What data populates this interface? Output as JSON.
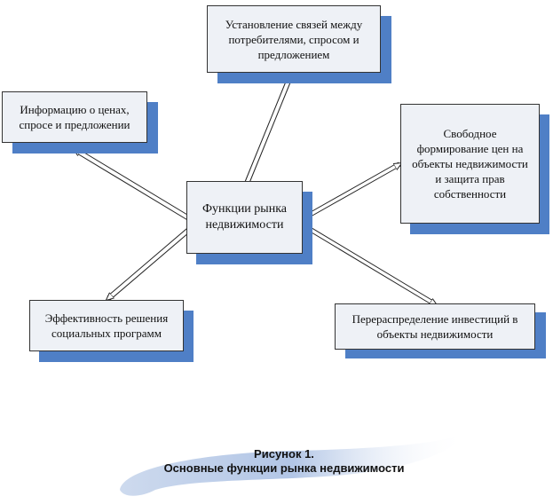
{
  "diagram": {
    "center": {
      "label": "Функции рынка\nнедвижимости"
    },
    "nodes": [
      {
        "id": "top",
        "label": "Установление связей между\nпотребителями, спросом и\nпредложением"
      },
      {
        "id": "left-top",
        "label": "Информацию о ценах,\nспросе и предложении"
      },
      {
        "id": "right-top",
        "label": "Свободное\nформирование цен на\nобъекты недвижимости\nи защита прав\nсобственности"
      },
      {
        "id": "left-bottom",
        "label": "Эффективность решения\nсоциальных программ"
      },
      {
        "id": "right-bottom",
        "label": "Перераспределение инвестиций в\nобъекты недвижимости"
      }
    ]
  },
  "caption": {
    "line1": "Рисунок 1.",
    "line2": "Основные функции рынка недвижимости"
  },
  "colors": {
    "shadow": "#4f7fc6",
    "box_fill": "#eef1f6",
    "border": "#333333",
    "swoosh": "#b9cbe6"
  }
}
